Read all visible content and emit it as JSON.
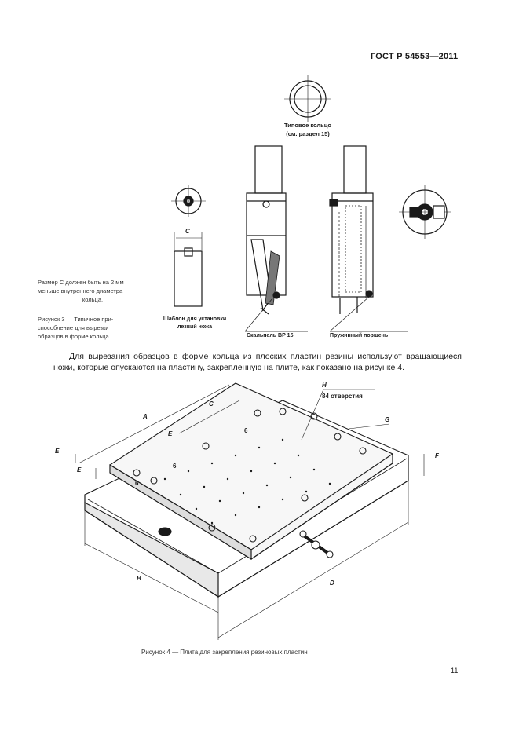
{
  "header": {
    "standard": "ГОСТ Р 54553—2011"
  },
  "figure3": {
    "ring_caption_line1": "Типовое кольцо",
    "ring_caption_line2": "(см. раздел 15)",
    "dim_c": "C",
    "template_label_line1": "Шаблон для установки",
    "template_label_line2": "лезвий ножа",
    "cutter_label": "Скальпель ВР 15",
    "piston_label": "Пружинный поршень",
    "note_line1": "Размер C должен быть на 2 мм",
    "note_line2": "меньше внутреннего диаметра",
    "note_line3": "кольца.",
    "caption_line1": "Рисунок 3 — Типичное при-",
    "caption_line2": "способление для вырезки",
    "caption_line3": "образцов в форме кольца"
  },
  "body_text": "Для вырезания образцов в форме кольца из плоских пластин резины используют вращающиеся ножи, которые опускаются на пластину, закрепленную на плите, как показано на рисунке 4.",
  "figure4": {
    "dims": {
      "A": "A",
      "B": "B",
      "C": "C",
      "D": "D",
      "E": "E",
      "F": "F",
      "G": "G",
      "H": "H",
      "six": "6"
    },
    "holes_label": "84 отверстия",
    "caption": "Рисунок 4 — Плита для закрепления резиновых пластин"
  },
  "page_number": "11"
}
